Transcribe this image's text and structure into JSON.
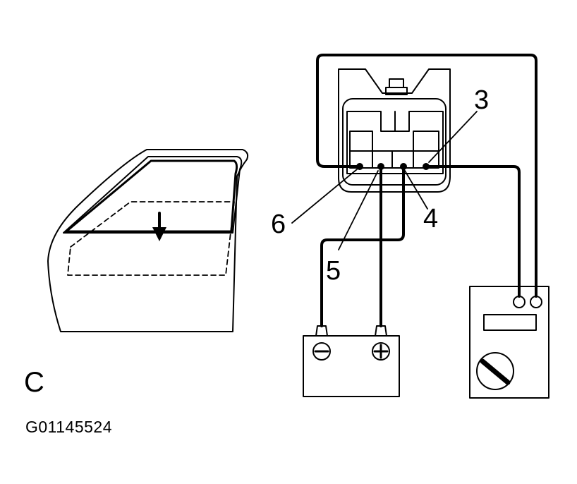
{
  "pins": {
    "pin_3": "3",
    "pin_4": "4",
    "pin_5": "5",
    "pin_6": "6"
  },
  "battery": {
    "negative_symbol": "minus-terminal-icon",
    "positive_symbol": "plus-terminal-icon"
  },
  "meter": {
    "type_icon": "ohmmeter-icon"
  },
  "caption": {
    "letter": "C",
    "figure_id": "G01145524"
  },
  "colors": {
    "ink": "#000000",
    "paper": "#ffffff"
  }
}
